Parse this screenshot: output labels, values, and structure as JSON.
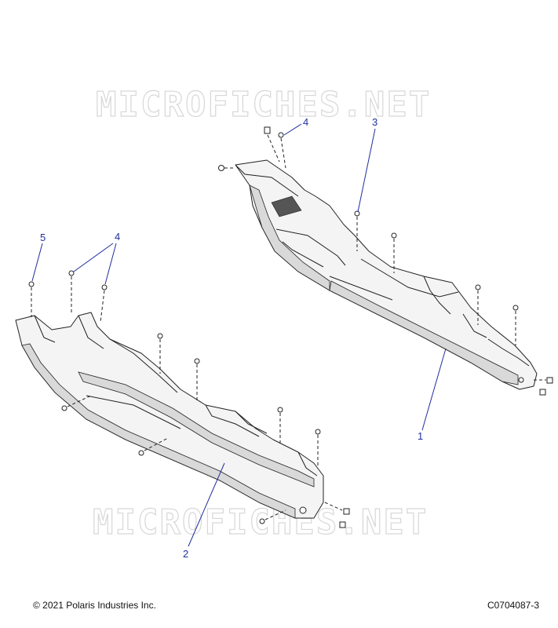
{
  "watermark": {
    "top": "MICROFICHES.NET",
    "bottom": "MICROFICHES.NET"
  },
  "callouts": {
    "c1": "1",
    "c2": "2",
    "c3": "3",
    "c4_upper": "4",
    "c4_lower": "4",
    "c5": "5"
  },
  "footer": {
    "copyright": "© 2021 Polaris Industries Inc.",
    "drawing_number": "C0704087-3"
  },
  "colors": {
    "callout": "#1f2f9c",
    "line": "#222222",
    "watermark": "#d7d7d7"
  }
}
